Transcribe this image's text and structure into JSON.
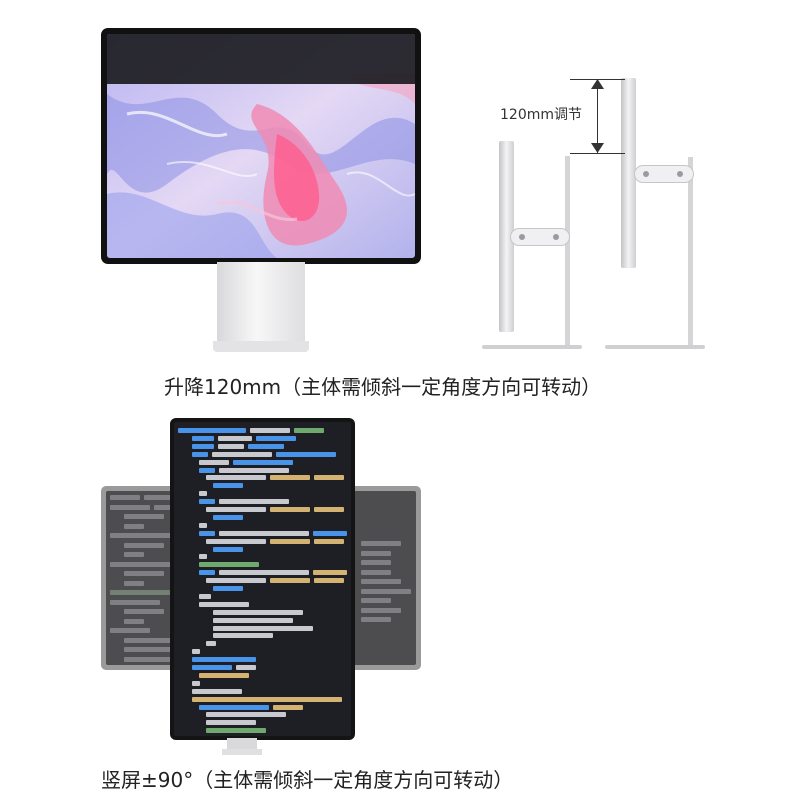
{
  "adjust_label": "120mm调节",
  "captions": {
    "height": "升降120mm（主体需倾斜一定角度方向可转动）",
    "rotate": "竖屏±90°（主体需倾斜一定角度方向可转动）"
  },
  "colors": {
    "code_background": "#1e1f24",
    "code_keyword": "#4ea1ff",
    "code_string": "#e8c27a",
    "code_plain": "#d9dce2",
    "code_comment": "#7ec27a",
    "wallpaper_pink": "#ef6ca0",
    "wallpaper_blue": "#8f8fe6"
  }
}
